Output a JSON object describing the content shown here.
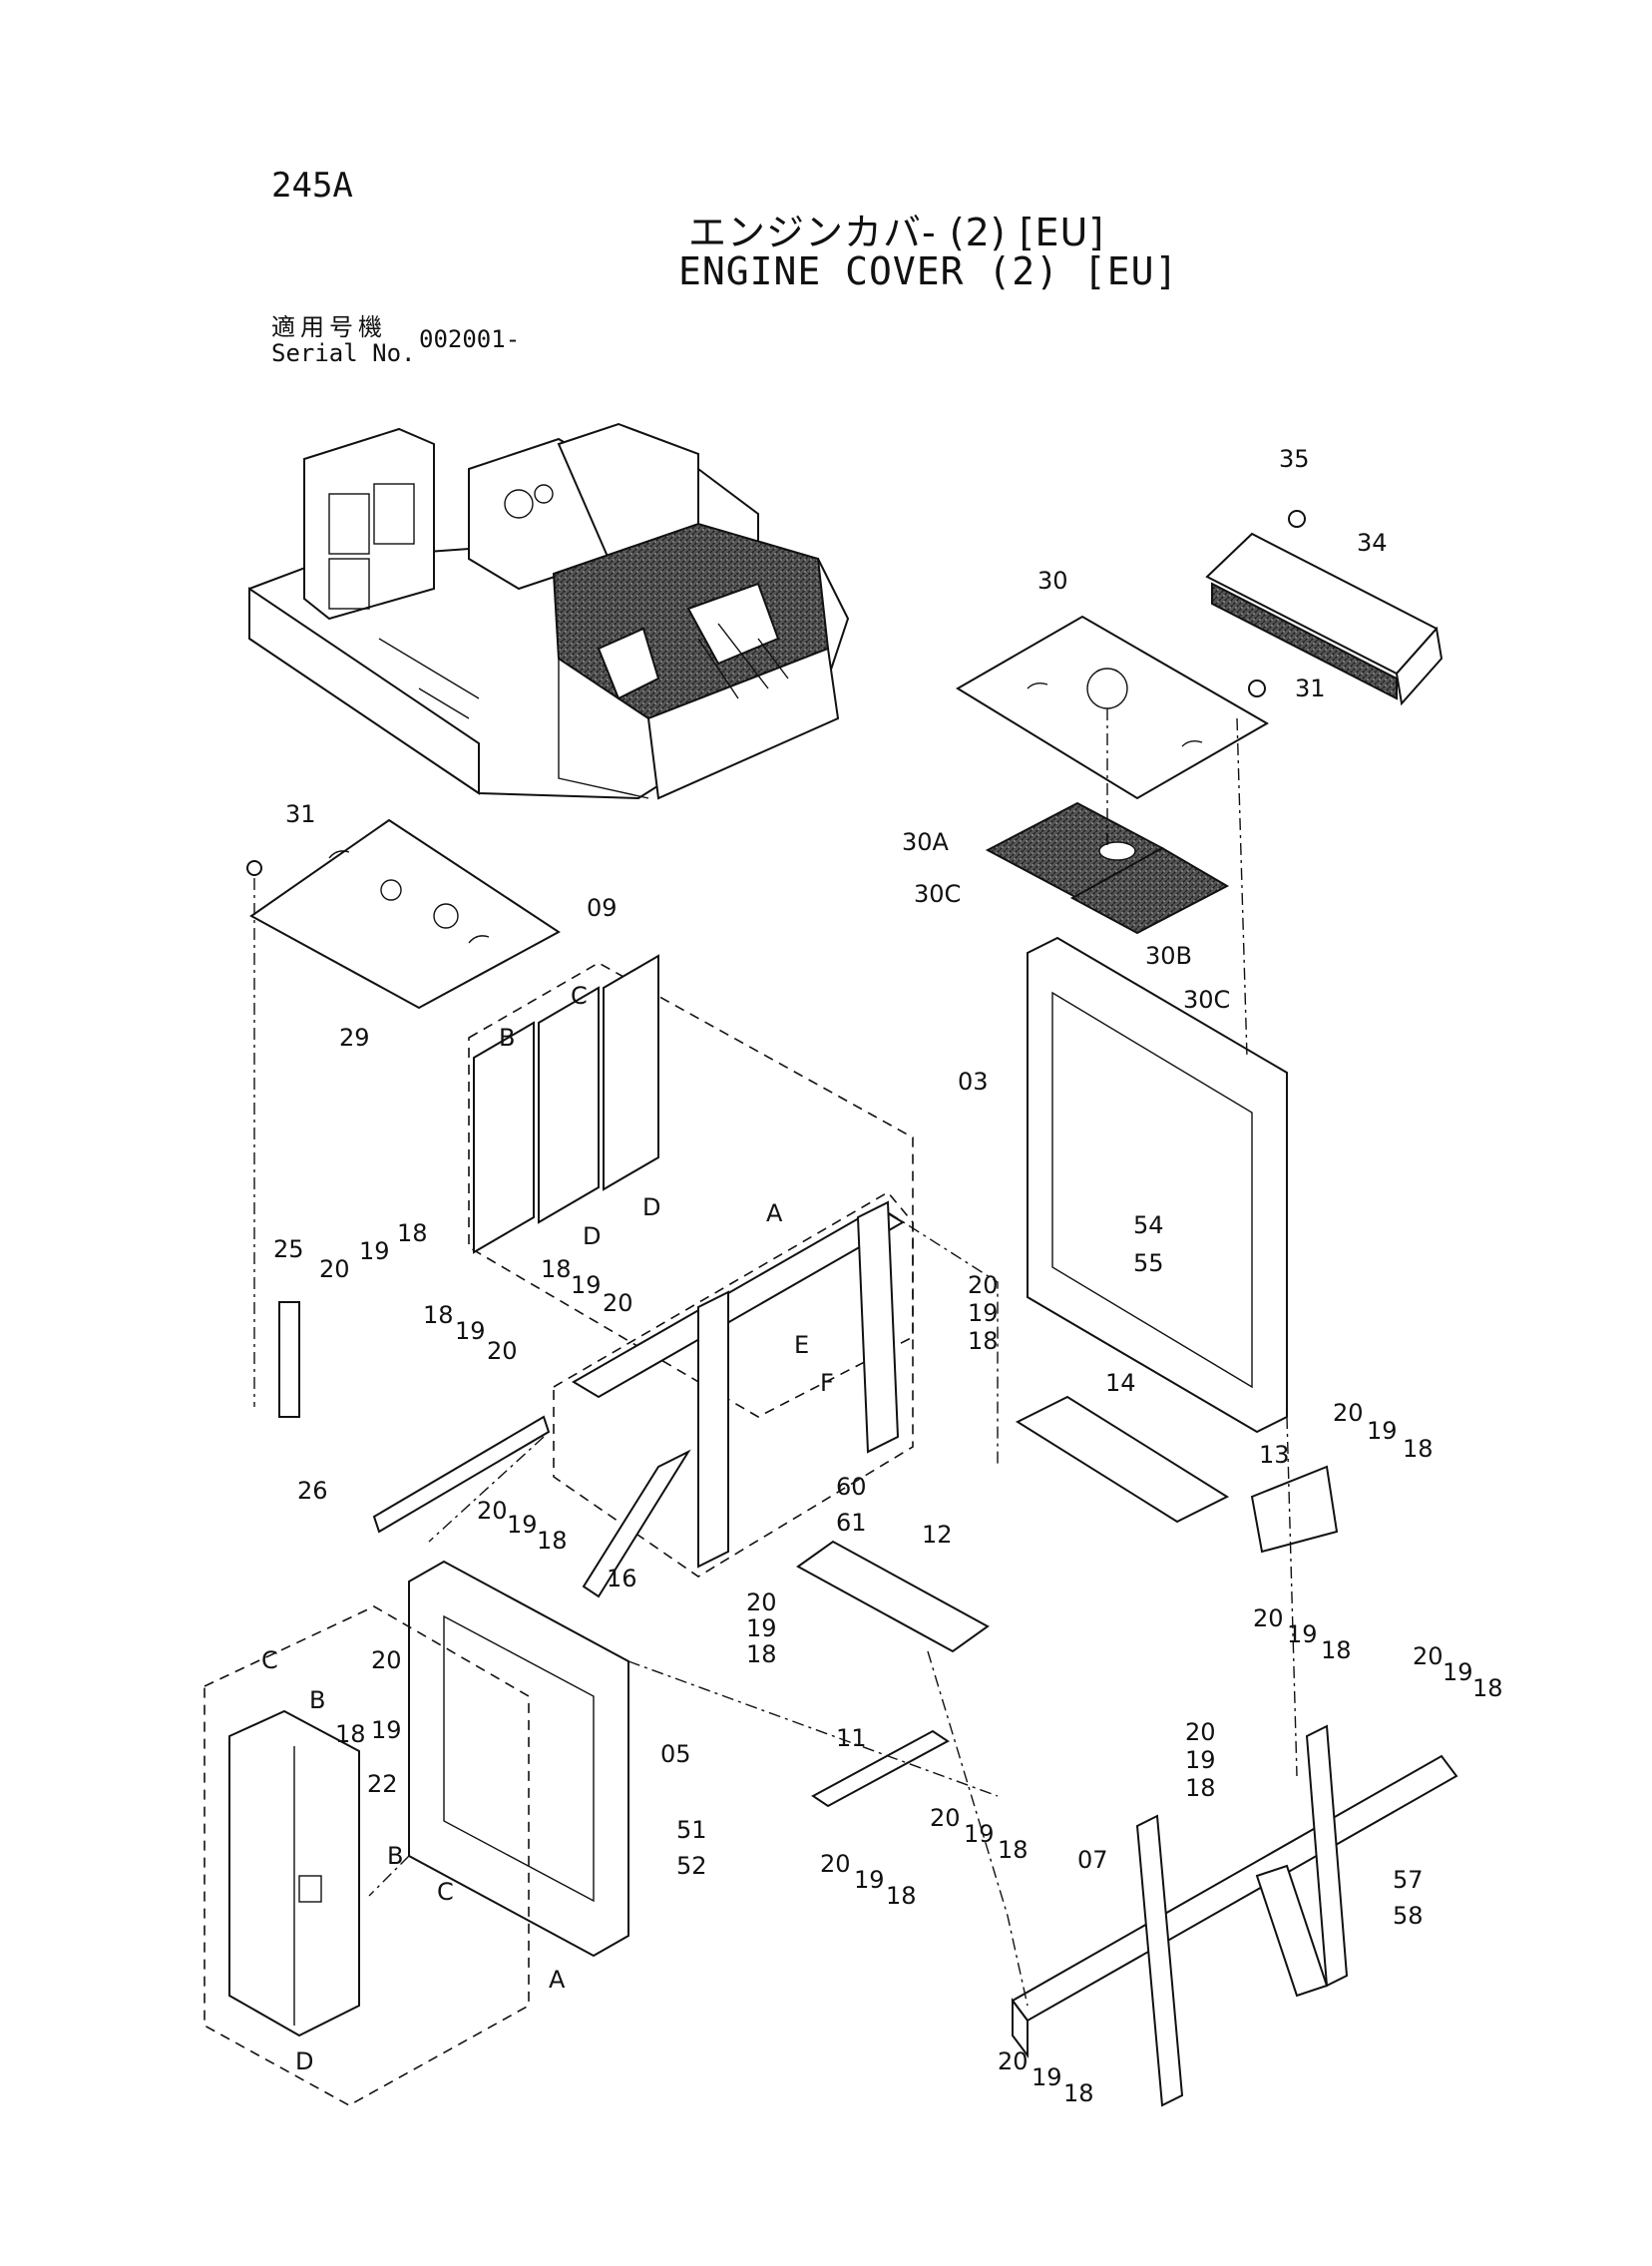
{
  "page_number": "245A",
  "title_jp": "エンジンカバ- (2) [EU]",
  "title_en": "ENGINE COVER (2) [EU]",
  "serial_label_jp": "適用号機",
  "serial_label_en": "Serial No.",
  "serial_value": "002001-",
  "callouts": {
    "p35": "35",
    "p34": "34",
    "p30": "30",
    "p31a": "31",
    "p31b": "31",
    "p30a": "30A",
    "p30c1": "30C",
    "p30b": "30B",
    "p30c2": "30C",
    "p29": "29",
    "p09": "09",
    "p03": "03",
    "pB1": "B",
    "pC1": "C",
    "pD1": "D",
    "pD2": "D",
    "pA1": "A",
    "pE": "E",
    "pF": "F",
    "p25": "25",
    "p20a": "20",
    "p19a": "19",
    "p18a": "18",
    "p18b": "18",
    "p19b": "19",
    "p20b": "20",
    "p18c": "18",
    "p19c": "19",
    "p20c": "20",
    "p20d": "20",
    "p19d": "19",
    "p18d": "18",
    "p54": "54",
    "p55": "55",
    "p14": "14",
    "p13": "13",
    "p20e": "20",
    "p19e": "19",
    "p18e": "18",
    "p26": "26",
    "p16": "16",
    "p60": "60",
    "p61": "61",
    "p20f": "20",
    "p19f": "19",
    "p18f": "18",
    "p20g": "20",
    "p19g": "19",
    "p18g": "18",
    "p12": "12",
    "p20h": "20",
    "p19h": "19",
    "p18h": "18",
    "pC2": "C",
    "pB2": "B",
    "p18i": "18",
    "p20i": "20",
    "p19i": "19",
    "p22": "22",
    "p05": "05",
    "pB3": "B",
    "pC3": "C",
    "pA2": "A",
    "pD3": "D",
    "p51": "51",
    "p52": "52",
    "p11": "11",
    "p20j": "20",
    "p19j": "19",
    "p18j": "18",
    "p20k": "20",
    "p19k": "19",
    "p18k": "18",
    "p20l": "20",
    "p19l": "19",
    "p18l": "18",
    "p20m": "20",
    "p19m": "19",
    "p18m": "18",
    "p57": "57",
    "p58": "58",
    "p07": "07",
    "p20n": "20",
    "p19n": "19",
    "p18n": "18"
  }
}
